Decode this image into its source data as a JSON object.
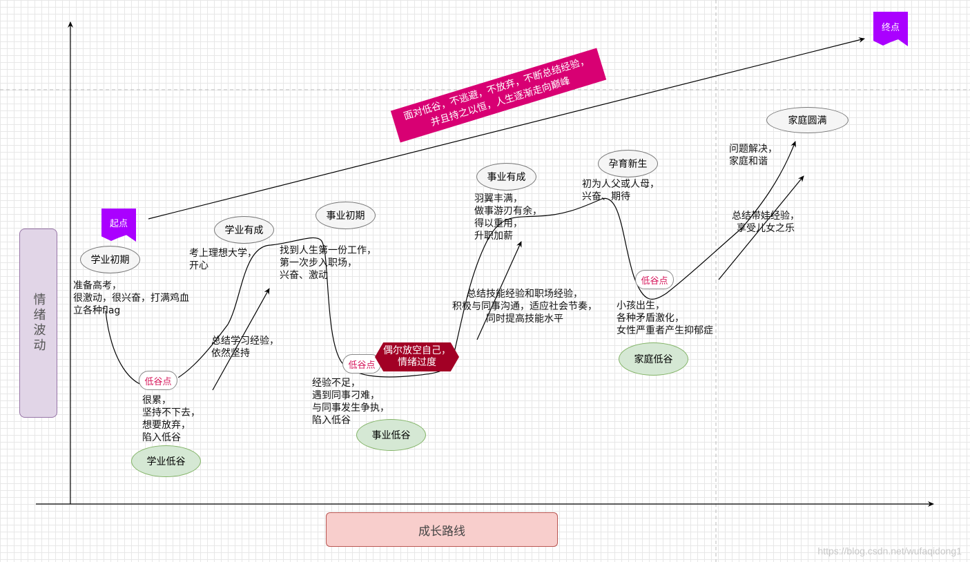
{
  "axis": {
    "y_label": "情绪波动",
    "x_label": "成长路线"
  },
  "flags": {
    "start": "起点",
    "end": "终点"
  },
  "banner": {
    "text": "面对低谷，不逃避，不放弃，不断总结经验，\n并且持之以恒，人生逐渐走向巅峰"
  },
  "stage_labels": {
    "study_early": "学业初期",
    "study_success": "学业有成",
    "career_early": "事业初期",
    "career_success": "事业有成",
    "parenthood": "孕育新生",
    "family_complete": "家庭圆满"
  },
  "valley_labels": {
    "study_valley": "学业低谷",
    "career_valley": "事业低谷",
    "family_valley": "家庭低谷"
  },
  "clouds": {
    "c1": "低谷点",
    "c2": "低谷点",
    "c3": "低谷点"
  },
  "hexagon": {
    "text": "偶尔放空自己，\n情绪过度"
  },
  "notes": {
    "n1": "准备高考，\n很激动，很兴奋，打满鸡血\n立各种flag",
    "n2": "很累，\n坚持不下去，\n想要放弃，\n陷入低谷",
    "n3": "总结学习经验，\n依然坚持",
    "n4": "考上理想大学，\n开心",
    "n5": "找到人生第一份工作，\n第一次步入职场，\n兴奋、激动",
    "n6": "经验不足，\n遇到同事刁难，\n与同事发生争执，\n陷入低谷",
    "n7": "总结技能经验和职场经验，\n积极与同事沟通，适应社会节奏，\n同时提高技能水平",
    "n8": "羽翼丰满，\n做事游刃有余，\n得以重用，\n升职加薪",
    "n9": "初为人父或人母，\n兴奋、期待",
    "n10": "小孩出生，\n各种矛盾激化，\n女性严重者产生抑郁症",
    "n11": "总结带娃经验，\n享受儿女之乐",
    "n12": "问题解决，\n家庭和谐"
  },
  "watermark": "https://blog.csdn.net/wufaqidong1",
  "colors": {
    "flag": "#aa00ff",
    "banner": "#d80073",
    "hexagon": "#a20025",
    "cloud_text": "#d6175b",
    "side_label_bg": "#e1d5e7",
    "bottom_label_bg": "#f8cecc",
    "valley_bg": "#d5e8d4"
  }
}
